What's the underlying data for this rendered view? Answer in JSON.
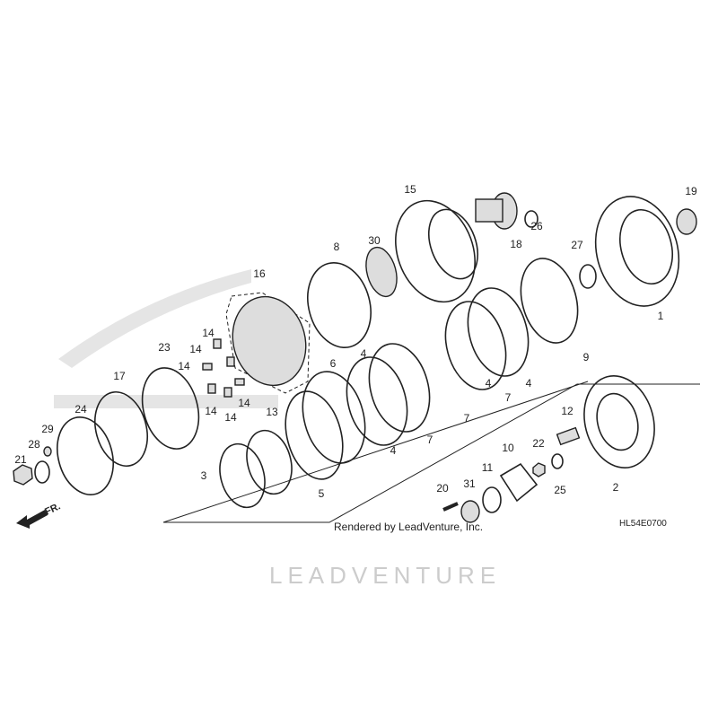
{
  "diagram": {
    "callouts": [
      "15",
      "18",
      "26",
      "19",
      "27",
      "1",
      "30",
      "8",
      "16",
      "9",
      "4",
      "7",
      "4",
      "7",
      "4",
      "7",
      "4",
      "6",
      "5",
      "13",
      "3",
      "23",
      "17",
      "24",
      "29",
      "28",
      "21",
      "14",
      "14",
      "14",
      "14",
      "14",
      "14",
      "12",
      "22",
      "10",
      "11",
      "31",
      "20",
      "25",
      "2"
    ],
    "front_arrow_label": "FR.",
    "watermark": "LEADVENTURE",
    "credit": "Rendered by LeadVenture, Inc.",
    "diagram_code": "HL54E0700"
  }
}
